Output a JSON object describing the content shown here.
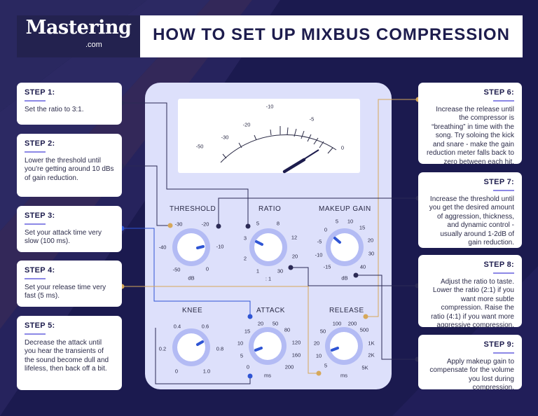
{
  "header": {
    "logo": "Mastering",
    "logo_suffix": ".com",
    "title": "HOW TO SET UP MIXBUS COMPRESSION"
  },
  "steps": [
    {
      "label": "STEP 1:",
      "text": "Set the ratio to 3:1."
    },
    {
      "label": "STEP 2:",
      "text": "Lower the threshold until you're getting around 10 dBs of gain reduction."
    },
    {
      "label": "STEP 3:",
      "text": "Set your attack time very slow (100 ms)."
    },
    {
      "label": "STEP 4:",
      "text": "Set your release time very fast (5 ms)."
    },
    {
      "label": "STEP 5:",
      "text": "Decrease the attack until you hear the transients of the sound become dull and lifeless, then back off a bit."
    },
    {
      "label": "STEP 6:",
      "text": "Increase the release until the compressor is “breathing” in time with the song. Try soloing the kick and snare - make the gain reduction meter falls back to zero between each hit."
    },
    {
      "label": "STEP 7:",
      "text": "Increase the threshold until you get the desired amount of aggression, thickness, and dynamic control - usually around 1-2dB of gain reduction."
    },
    {
      "label": "STEP 8:",
      "text": "Adjust the ratio to taste. Lower the ratio (2:1) if you want more subtle compression. Raise the ratio (4:1) if you want more aggressive compression."
    },
    {
      "label": "STEP 9:",
      "text": "Apply makeup gain to compensate for the volume you lost during compression."
    }
  ],
  "meter": {
    "scale": [
      "-50",
      "-30",
      "-20",
      "-10",
      "-5",
      "0"
    ]
  },
  "knobs": [
    {
      "name": "THRESHOLD",
      "unit": "dB",
      "ticks": [
        "-50",
        "-40",
        "-30",
        "-20",
        "-10",
        "0"
      ]
    },
    {
      "name": "RATIO",
      "unit": ": 1",
      "ticks": [
        "1",
        "2",
        "3",
        "5",
        "8",
        "12",
        "20",
        "30"
      ]
    },
    {
      "name": "MAKEUP GAIN",
      "unit": "dB",
      "ticks": [
        "-15",
        "-10",
        "-5",
        "0",
        "5",
        "10",
        "15",
        "20",
        "30",
        "40"
      ]
    },
    {
      "name": "KNEE",
      "unit": "",
      "ticks": [
        "0",
        "0.2",
        "0.4",
        "0.6",
        "0.8",
        "1.0"
      ]
    },
    {
      "name": "ATTACK",
      "unit": "ms",
      "ticks": [
        "0",
        "5",
        "10",
        "15",
        "20",
        "50",
        "80",
        "120",
        "160",
        "200"
      ]
    },
    {
      "name": "RELEASE",
      "unit": "ms",
      "ticks": [
        "5",
        "10",
        "20",
        "50",
        "100",
        "200",
        "500",
        "1K",
        "2K",
        "5K"
      ]
    }
  ],
  "colors": {
    "background": "#1b1a4f",
    "accent_blue": "#2f55d4",
    "accent_dark": "#2b2a55",
    "accent_gold": "#d6a85a",
    "panel": "#dde0fb",
    "knob_ring": "#b3bbf4"
  }
}
